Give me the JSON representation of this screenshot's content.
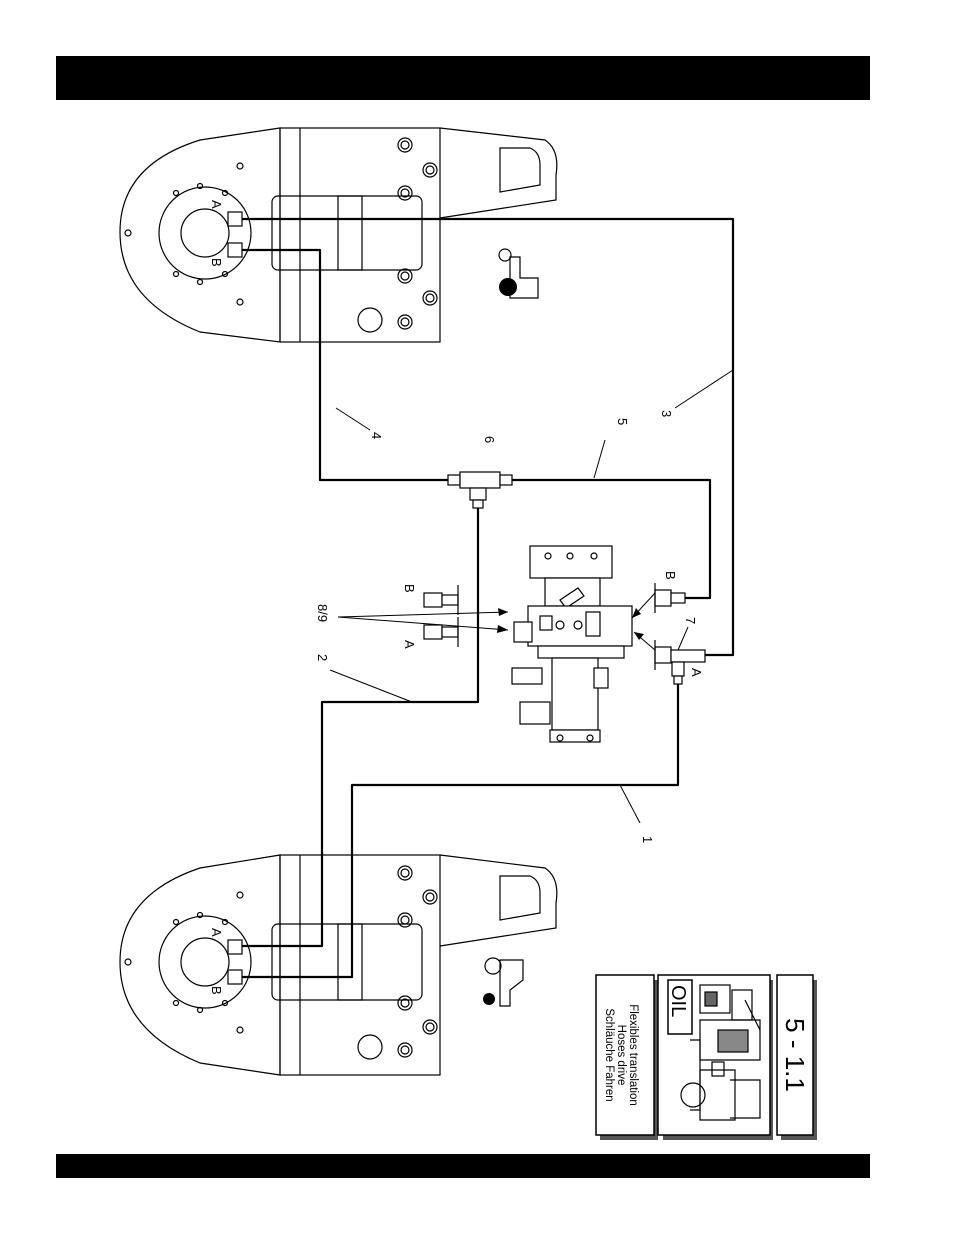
{
  "diagram": {
    "callouts": {
      "hose_1": "1",
      "hose_2": "2",
      "hose_3": "3",
      "hose_4": "4",
      "hose_5": "5",
      "tee_6": "6",
      "tee_7": "7",
      "ports_8_9": "8/9"
    },
    "port_labels": {
      "motor_top_a": "A",
      "motor_top_b": "B",
      "motor_bottom_a": "A",
      "motor_bottom_b": "B",
      "valve_port_a": "A",
      "valve_port_b": "B",
      "fitting_8_b": "B",
      "fitting_9_a": "A"
    }
  },
  "legend": {
    "section_number": "5 - 1.1",
    "oil_label": "OIL",
    "title_de": "Schläuche Fahren",
    "title_en": "Hoses drive",
    "title_fr": "Flexibles translation"
  }
}
